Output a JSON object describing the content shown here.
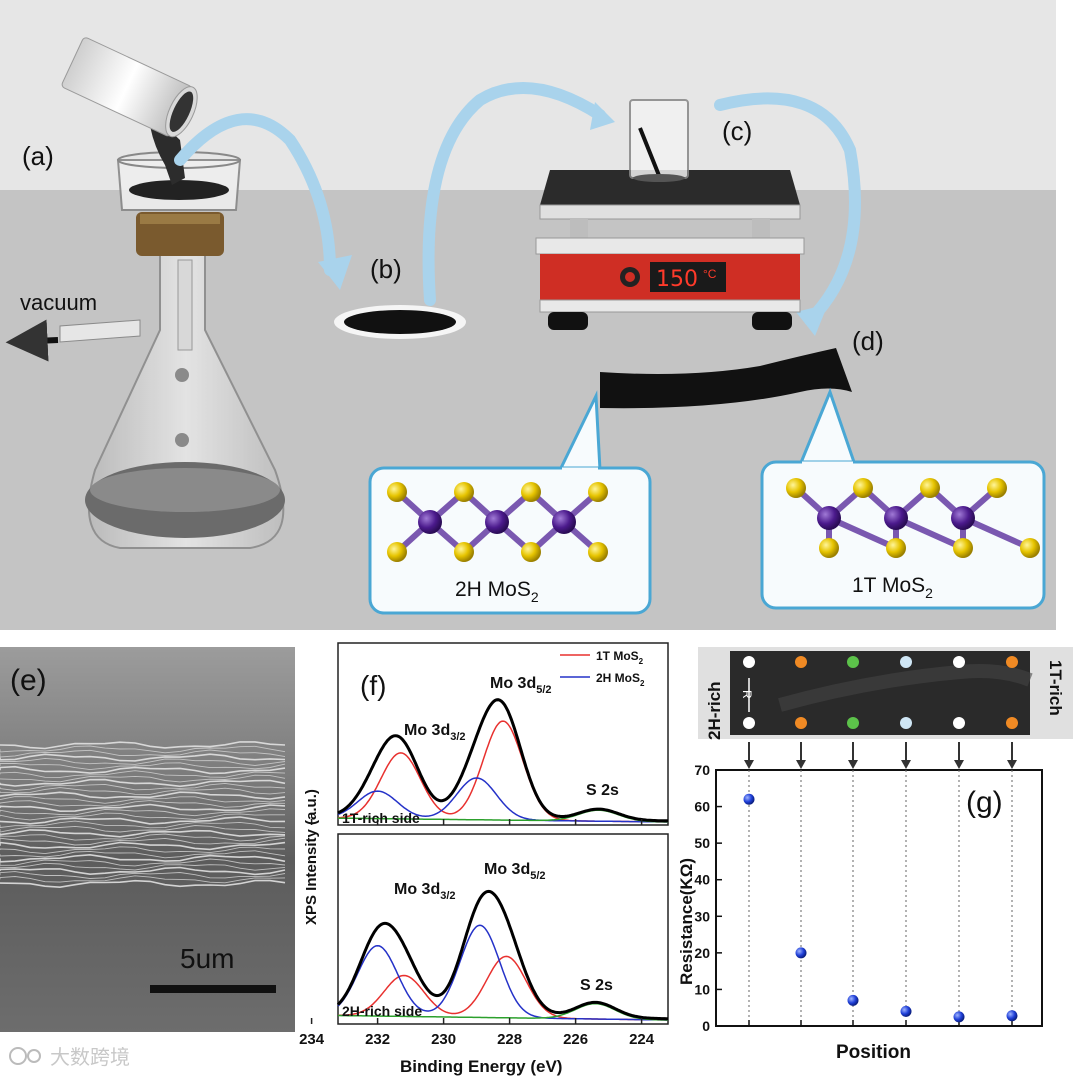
{
  "colors": {
    "background_top": "#e6e6e6",
    "floor": "#c4c4c4",
    "arrow_blue": "#a9d3ec",
    "bubble_border": "#4aa7d4",
    "mo_atom": "#4b1a8c",
    "s_atom": "#e6c400",
    "hotplate_red": "#cf2e24",
    "series_1t": "#e8312f",
    "series_2h": "#2532c8",
    "envelope": "#000000",
    "s2s_green": "#2ca02c",
    "sem_scale": "#111111",
    "resistance_point": "#1f3fd8"
  },
  "schematic": {
    "panel_a": "(a)",
    "panel_b": "(b)",
    "panel_c": "(c)",
    "panel_d": "(d)",
    "vacuum_label": "vacuum",
    "hotplate_display": "150",
    "hotplate_unit": "°C",
    "bubble_2h_label": "2H MoS",
    "bubble_2h_sub": "2",
    "bubble_1t_label": "1T MoS",
    "bubble_1t_sub": "2"
  },
  "sem": {
    "panel": "(e)",
    "scale_label": "5um"
  },
  "watermark": "大数跨境",
  "xps": {
    "panel": "(f)",
    "ylabel": "XPS Intensity (a.u.)",
    "xlabel": "Binding Energy (eV)",
    "legend": [
      {
        "name": "1T MoS",
        "sub": "2",
        "color": "#e8312f"
      },
      {
        "name": "2H MoS",
        "sub": "2",
        "color": "#2532c8"
      }
    ],
    "top": {
      "side_label": "1T-rich side",
      "peak_labels": [
        {
          "main": "Mo 3d",
          "sub": "3/2"
        },
        {
          "main": "Mo 3d",
          "sub": "5/2"
        },
        {
          "main": "S 2s",
          "sub": ""
        }
      ]
    },
    "bottom": {
      "side_label": "2H-rich side",
      "peak_labels": [
        {
          "main": "Mo 3d",
          "sub": "3/2"
        },
        {
          "main": "Mo 3d",
          "sub": "5/2"
        },
        {
          "main": "S 2s",
          "sub": ""
        }
      ]
    },
    "x_ticks": [
      "234",
      "232",
      "230",
      "228",
      "226",
      "224"
    ]
  },
  "chart_data": [
    {
      "type": "line",
      "title": "",
      "xlabel": "Binding Energy (eV)",
      "ylabel": "XPS Intensity (a.u.)",
      "xlim": [
        233.2,
        223.2
      ],
      "x_reversed": true,
      "subplot": "1T-rich side",
      "series": [
        {
          "name": "1T MoS2",
          "color": "#e8312f",
          "peaks": [
            {
              "center": 231.3,
              "height": 0.6
            },
            {
              "center": 228.2,
              "height": 0.9
            }
          ]
        },
        {
          "name": "2H MoS2",
          "color": "#2532c8",
          "peaks": [
            {
              "center": 232.0,
              "height": 0.25
            },
            {
              "center": 229.0,
              "height": 0.38
            }
          ]
        },
        {
          "name": "S 2s",
          "color": "#2ca02c",
          "peaks": [
            {
              "center": 225.3,
              "height": 0.1
            }
          ]
        }
      ]
    },
    {
      "type": "line",
      "title": "",
      "xlabel": "Binding Energy (eV)",
      "ylabel": "XPS Intensity (a.u.)",
      "xlim": [
        233.2,
        223.2
      ],
      "x_reversed": true,
      "subplot": "2H-rich side",
      "series": [
        {
          "name": "1T MoS2",
          "color": "#e8312f",
          "peaks": [
            {
              "center": 231.2,
              "height": 0.32
            },
            {
              "center": 228.1,
              "height": 0.48
            }
          ]
        },
        {
          "name": "2H MoS2",
          "color": "#2532c8",
          "peaks": [
            {
              "center": 232.0,
              "height": 0.55
            },
            {
              "center": 228.9,
              "height": 0.72
            }
          ]
        },
        {
          "name": "S 2s",
          "color": "#2ca02c",
          "peaks": [
            {
              "center": 225.4,
              "height": 0.12
            }
          ]
        }
      ]
    },
    {
      "type": "scatter",
      "title": "",
      "xlabel": "Position",
      "ylabel": "Resistance(KΩ)",
      "ylim": [
        0,
        70
      ],
      "y_ticks": [
        "0",
        "10",
        "20",
        "30",
        "40",
        "50",
        "60",
        "70"
      ],
      "x": [
        1,
        2,
        3,
        4,
        5,
        6
      ],
      "values": [
        62,
        20,
        7,
        4,
        2.5,
        2.8
      ]
    }
  ],
  "resistance": {
    "panel": "(g)",
    "left_label": "2H-rich",
    "right_label": "1T-rich",
    "r_label": "R",
    "dot_colors": [
      "#ffffff",
      "#f08a24",
      "#5cc24a",
      "#cfe6f5",
      "#ffffff",
      "#f08a24"
    ]
  }
}
